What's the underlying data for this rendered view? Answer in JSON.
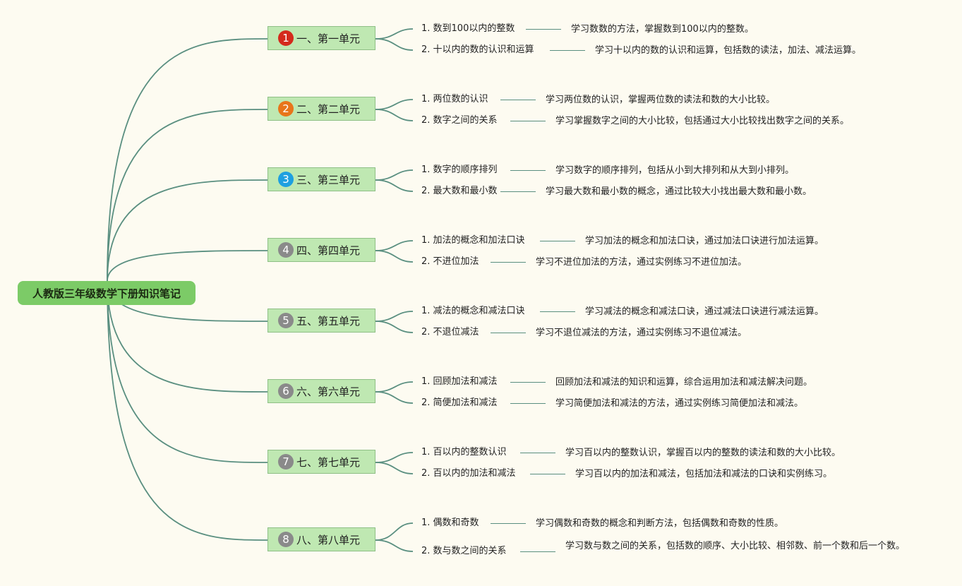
{
  "root": {
    "title": "人教版三年级数学下册知识笔记"
  },
  "units": [
    {
      "number": "1",
      "label": "一、第一单元",
      "badge_color": "#d42a1c",
      "items": [
        {
          "topic": "1. 数到100以内的整数",
          "desc": "学习数数的方法，掌握数到100以内的整数。"
        },
        {
          "topic": "2. 十以内的数的认识和运算",
          "desc": "学习十以内的数的认识和运算，包括数的读法，加法、减法运算。"
        }
      ]
    },
    {
      "number": "2",
      "label": "二、第二单元",
      "badge_color": "#e8751a",
      "items": [
        {
          "topic": "1. 两位数的认识",
          "desc": "学习两位数的认识，掌握两位数的读法和数的大小比较。"
        },
        {
          "topic": "2. 数字之间的关系",
          "desc": "学习掌握数字之间的大小比较，包括通过大小比较找出数字之间的关系。"
        }
      ]
    },
    {
      "number": "3",
      "label": "三、第三单元",
      "badge_color": "#1ea0e0",
      "items": [
        {
          "topic": "1. 数字的顺序排列",
          "desc": "学习数字的顺序排列，包括从小到大排列和从大到小排列。"
        },
        {
          "topic": "2. 最大数和最小数",
          "desc": "学习最大数和最小数的概念，通过比较大小找出最大数和最小数。"
        }
      ]
    },
    {
      "number": "4",
      "label": "四、第四单元",
      "badge_color": "#8a8a8a",
      "items": [
        {
          "topic": "1. 加法的概念和加法口诀",
          "desc": "学习加法的概念和加法口诀，通过加法口诀进行加法运算。"
        },
        {
          "topic": "2. 不进位加法",
          "desc": "学习不进位加法的方法，通过实例练习不进位加法。"
        }
      ]
    },
    {
      "number": "5",
      "label": "五、第五单元",
      "badge_color": "#8a8a8a",
      "items": [
        {
          "topic": "1. 减法的概念和减法口诀",
          "desc": "学习减法的概念和减法口诀，通过减法口诀进行减法运算。"
        },
        {
          "topic": "2. 不退位减法",
          "desc": "学习不退位减法的方法，通过实例练习不退位减法。"
        }
      ]
    },
    {
      "number": "6",
      "label": "六、第六单元",
      "badge_color": "#8a8a8a",
      "items": [
        {
          "topic": "1. 回顾加法和减法",
          "desc": "回顾加法和减法的知识和运算，综合运用加法和减法解决问题。"
        },
        {
          "topic": "2. 简便加法和减法",
          "desc": "学习简便加法和减法的方法，通过实例练习简便加法和减法。"
        }
      ]
    },
    {
      "number": "7",
      "label": "七、第七单元",
      "badge_color": "#8a8a8a",
      "items": [
        {
          "topic": "1. 百以内的整数认识",
          "desc": "学习百以内的整数认识，掌握百以内的整数的读法和数的大小比较。"
        },
        {
          "topic": "2. 百以内的加法和减法",
          "desc": "学习百以内的加法和减法，包括加法和减法的口诀和实例练习。"
        }
      ]
    },
    {
      "number": "8",
      "label": "八、第八单元",
      "badge_color": "#8a8a8a",
      "items": [
        {
          "topic": "1. 偶数和奇数",
          "desc": "学习偶数和奇数的概念和判断方法，包括偶数和奇数的性质。"
        },
        {
          "topic": "2. 数与数之间的关系",
          "desc": "学习数与数之间的关系，包括数的顺序、大小比较、相邻数、前一个数和后一个数。"
        }
      ]
    }
  ]
}
